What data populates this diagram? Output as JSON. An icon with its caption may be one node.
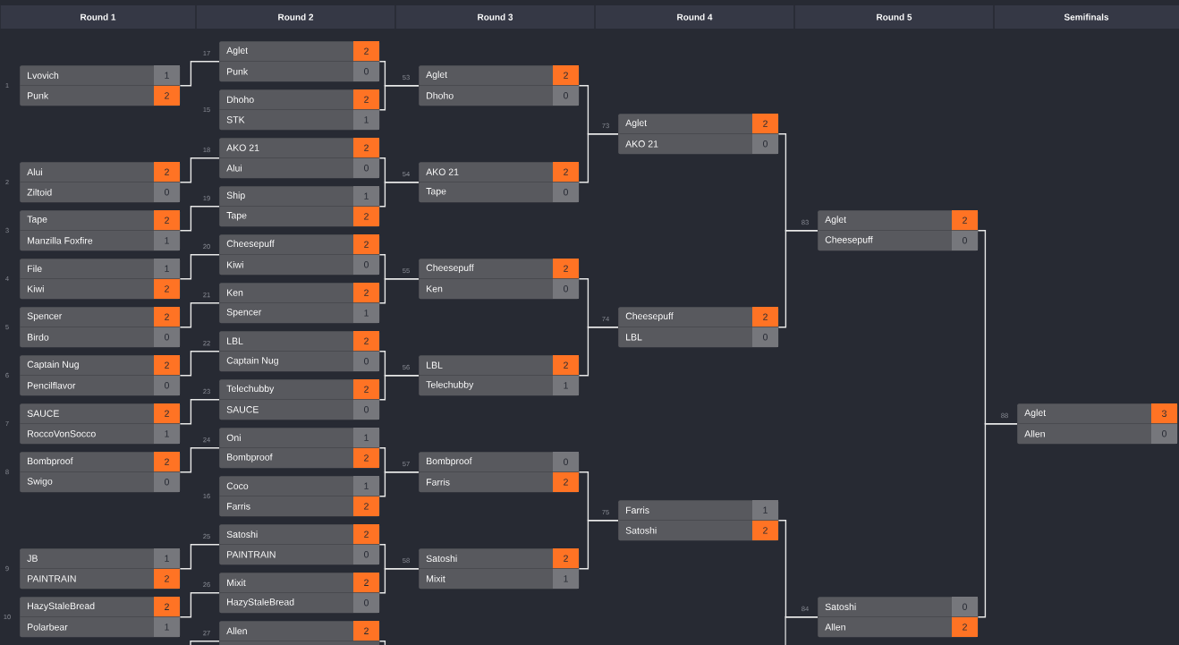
{
  "diagram": {
    "nodes": [
      {
        "text": [
          "Lvovich",
          "1",
          "Punk",
          "2"
        ],
        "beside": [
          "1"
        ]
      },
      {
        "text": [
          "Alui",
          "2",
          "Ziltoid",
          "0"
        ],
        "beside": [
          "2"
        ]
      },
      {
        "text": [
          "Tape",
          "2",
          "Manzilla Foxfire",
          "1"
        ],
        "beside": [
          "3"
        ]
      },
      {
        "text": [
          "File",
          "1",
          "Kiwi",
          "2"
        ],
        "beside": [
          "4"
        ]
      },
      {
        "text": [
          "Spencer",
          "2",
          "Birdo",
          "0"
        ],
        "beside": [
          "5"
        ]
      },
      {
        "text": [
          "Captain Nug",
          "2",
          "Pencilflavor",
          "0"
        ],
        "beside": [
          "6"
        ]
      },
      {
        "text": [
          "SAUCE",
          "2",
          "RoccoVonSocco",
          "1"
        ],
        "beside": [
          "7"
        ]
      },
      {
        "text": [
          "Bombproof",
          "2",
          "Swigo",
          "0"
        ],
        "beside": [
          "8"
        ]
      },
      {
        "text": [
          "JB",
          "1",
          "PAINTRAIN",
          "2"
        ],
        "beside": [
          "9"
        ]
      },
      {
        "text": [
          "HazyStaleBread",
          "2",
          "Polarbear",
          "1"
        ],
        "beside": [
          "10"
        ]
      },
      {
        "text": [
          "Aglet",
          "2",
          "Punk",
          "0"
        ],
        "beside": [
          "17"
        ]
      },
      {
        "text": [
          "Dhoho",
          "2",
          "STK",
          "1"
        ],
        "beside": [
          "15"
        ]
      },
      {
        "text": [
          "AKO 21",
          "2",
          "Alui",
          "0"
        ],
        "beside": [
          "18"
        ]
      },
      {
        "text": [
          "Ship",
          "1",
          "Tape",
          "2"
        ],
        "beside": [
          "19"
        ]
      },
      {
        "text": [
          "Cheesepuff",
          "2",
          "Kiwi",
          "0"
        ],
        "beside": [
          "20"
        ]
      },
      {
        "text": [
          "Ken",
          "2",
          "Spencer",
          "1"
        ],
        "beside": [
          "21"
        ]
      },
      {
        "text": [
          "LBL",
          "2",
          "Captain Nug",
          "0"
        ],
        "beside": [
          "22"
        ]
      },
      {
        "text": [
          "Telechubby",
          "2",
          "SAUCE",
          "0"
        ],
        "beside": [
          "23"
        ]
      },
      {
        "text": [
          "Oni",
          "1",
          "Bombproof",
          "2"
        ],
        "beside": [
          "24"
        ]
      },
      {
        "text": [
          "Coco",
          "1",
          "Farris",
          "2"
        ],
        "beside": [
          "16"
        ]
      },
      {
        "text": [
          "Satoshi",
          "2",
          "PAINTRAIN",
          "0"
        ],
        "beside": [
          "25"
        ]
      },
      {
        "text": [
          "Mixit",
          "2",
          "HazyStaleBread",
          "0"
        ],
        "beside": [
          "26"
        ]
      },
      {
        "text": [
          "Allen",
          "2"
        ],
        "beside": [
          "27"
        ]
      },
      {
        "text": [
          "Aglet",
          "2",
          "Dhoho",
          "0"
        ],
        "beside": [
          "53"
        ]
      },
      {
        "text": [
          "AKO 21",
          "2",
          "Tape",
          "0"
        ],
        "beside": [
          "54"
        ]
      },
      {
        "text": [
          "Cheesepuff",
          "2",
          "Ken",
          "0"
        ],
        "beside": [
          "55"
        ]
      },
      {
        "text": [
          "LBL",
          "2",
          "Telechubby",
          "1"
        ],
        "beside": [
          "56"
        ]
      },
      {
        "text": [
          "Bombproof",
          "0",
          "Farris",
          "2"
        ],
        "beside": [
          "57"
        ]
      },
      {
        "text": [
          "Satoshi",
          "2",
          "Mixit",
          "1"
        ],
        "beside": [
          "58"
        ]
      },
      {
        "text": [
          "Aglet",
          "2",
          "AKO 21",
          "0"
        ],
        "beside": [
          "73"
        ]
      },
      {
        "text": [
          "Cheesepuff",
          "2",
          "LBL",
          "0"
        ],
        "beside": [
          "74"
        ]
      },
      {
        "text": [
          "Farris",
          "1",
          "Satoshi",
          "2"
        ],
        "beside": [
          "75"
        ]
      },
      {
        "text": [
          "Aglet",
          "2",
          "Cheesepuff",
          "0"
        ],
        "beside": [
          "83"
        ]
      },
      {
        "text": [
          "Satoshi",
          "0",
          "Allen",
          "2"
        ],
        "beside": [
          "84"
        ]
      },
      {
        "text": [
          "Aglet",
          "3",
          "Allen",
          "0"
        ],
        "beside": [
          "88"
        ]
      }
    ],
    "edges": [
      {
        "from": 0,
        "to": 10,
        "arrow": "none"
      },
      {
        "from": 1,
        "to": 12,
        "arrow": "none"
      },
      {
        "from": 2,
        "to": 13,
        "arrow": "none"
      },
      {
        "from": 3,
        "to": 14,
        "arrow": "none"
      },
      {
        "from": 4,
        "to": 15,
        "arrow": "none"
      },
      {
        "from": 5,
        "to": 16,
        "arrow": "none"
      },
      {
        "from": 6,
        "to": 17,
        "arrow": "none"
      },
      {
        "from": 7,
        "to": 18,
        "arrow": "none"
      },
      {
        "from": 8,
        "to": 20,
        "arrow": "none"
      },
      {
        "from": 9,
        "to": 21,
        "arrow": "none"
      },
      {
        "from": null,
        "to": 22,
        "arrow": "none"
      },
      {
        "from": 10,
        "to": 23,
        "arrow": "none"
      },
      {
        "from": 11,
        "to": 23,
        "arrow": "none"
      },
      {
        "from": 12,
        "to": 24,
        "arrow": "none"
      },
      {
        "from": 13,
        "to": 24,
        "arrow": "none"
      },
      {
        "from": 14,
        "to": 25,
        "arrow": "none"
      },
      {
        "from": 15,
        "to": 25,
        "arrow": "none"
      },
      {
        "from": 16,
        "to": 26,
        "arrow": "none"
      },
      {
        "from": 17,
        "to": 26,
        "arrow": "none"
      },
      {
        "from": 18,
        "to": 27,
        "arrow": "none"
      },
      {
        "from": 19,
        "to": 27,
        "arrow": "none"
      },
      {
        "from": 20,
        "to": 28,
        "arrow": "none"
      },
      {
        "from": 21,
        "to": 28,
        "arrow": "none"
      },
      {
        "from": 22,
        "to": null,
        "arrow": "none"
      },
      {
        "from": 23,
        "to": 29,
        "arrow": "none"
      },
      {
        "from": 24,
        "to": 29,
        "arrow": "none"
      },
      {
        "from": 25,
        "to": 30,
        "arrow": "none"
      },
      {
        "from": 26,
        "to": 30,
        "arrow": "none"
      },
      {
        "from": 27,
        "to": 31,
        "arrow": "none"
      },
      {
        "from": 28,
        "to": 31,
        "arrow": "none"
      },
      {
        "from": 29,
        "to": 32,
        "arrow": "none"
      },
      {
        "from": 30,
        "to": 32,
        "arrow": "none"
      },
      {
        "from": 31,
        "to": 33,
        "arrow": "none"
      },
      {
        "from": null,
        "to": 33,
        "arrow": "none"
      },
      {
        "from": 32,
        "to": 34,
        "arrow": "none"
      },
      {
        "from": 33,
        "to": 34,
        "arrow": "none"
      }
    ],
    "labels": [
      "Round 1",
      "Round 2",
      "Round 3",
      "Round 4",
      "Round 5",
      "Semifinals"
    ]
  }
}
